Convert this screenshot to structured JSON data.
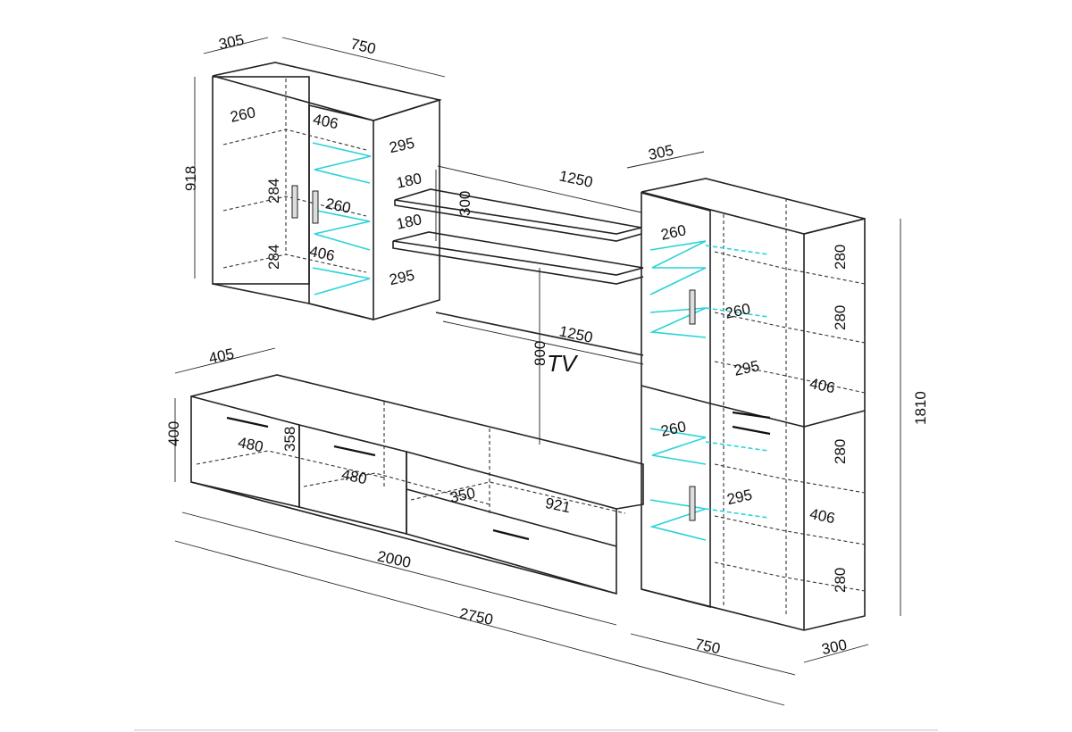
{
  "diagram": {
    "tv_label": "TV",
    "dimensions": {
      "top_cab_depth": "305",
      "top_cab_width": "750",
      "top_cab_height": "918",
      "top_cab_inner_depth_upper": "260",
      "top_cab_shelf_top": "406",
      "top_cab_shelf_mid": "260",
      "top_cab_shelf_low": "406",
      "top_cab_spacing_upper": "284",
      "top_cab_spacing_lower": "284",
      "top_cab_side_depth_upper": "295",
      "top_cab_side_depth_lower": "295",
      "shelf_depth_upper": "180",
      "shelf_depth_lower": "180",
      "shelf_spacing": "300",
      "shelf_width": "1250",
      "tv_width": "1250",
      "tv_height": "800",
      "tall_cab_depth": "305",
      "tall_cab_inner_1": "260",
      "tall_cab_inner_2": "260",
      "tall_cab_inner_3": "260",
      "tall_cab_side_1": "295",
      "tall_cab_side_2": "295",
      "tall_cab_shelf_1": "406",
      "tall_cab_shelf_2": "406",
      "tall_cab_spacing_1": "280",
      "tall_cab_spacing_2": "280",
      "tall_cab_spacing_3": "280",
      "tall_cab_spacing_4": "280",
      "tall_cab_height": "1810",
      "tall_cab_width": "750",
      "tall_cab_bottom_depth": "300",
      "low_cab_depth": "405",
      "low_cab_height": "400",
      "low_cab_drawer_1": "480",
      "low_cab_drawer_2": "480",
      "low_cab_drawer_height": "358",
      "low_cab_niche": "350",
      "low_cab_niche_width": "921",
      "low_cab_width": "2000",
      "total_width": "2750"
    }
  }
}
